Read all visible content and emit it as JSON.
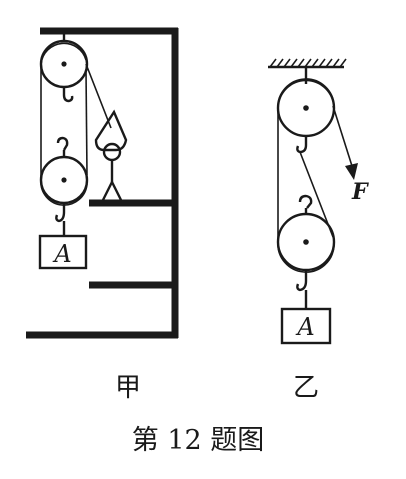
{
  "labels": {
    "weight_a_left": "A",
    "weight_a_right": "A",
    "force": "F",
    "setup_left": "甲",
    "setup_right": "乙",
    "caption": "第 12 题图"
  }
}
